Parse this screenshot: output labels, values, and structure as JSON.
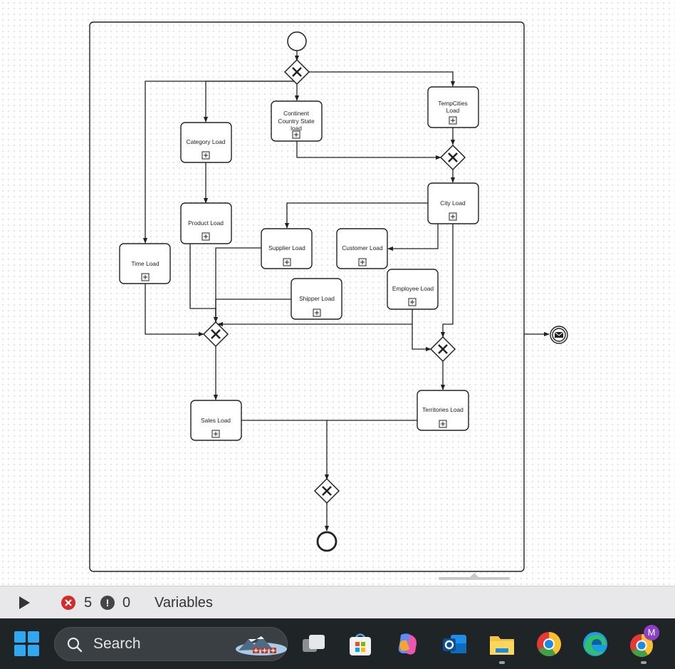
{
  "diagram": {
    "tasks": {
      "category": "Category Load",
      "continent1": "Continent",
      "continent2": "Country State",
      "continent3": "load",
      "tempcities1": "TempCities",
      "tempcities2": "Load",
      "product": "Product Load",
      "time": "Time Load",
      "city": "City Load",
      "supplier": "Supplier Load",
      "customer": "Customer Load",
      "shipper": "Shipper Load",
      "employee": "Employee Load",
      "sales": "Sales Load",
      "territories": "Territories Load"
    }
  },
  "status_bar": {
    "error_count": "5",
    "warning_count": "0",
    "variables_label": "Variables"
  },
  "taskbar": {
    "search_label": "Search",
    "profile_initial": "M"
  },
  "colors": {
    "status_bar_bg": "#e8e8ea",
    "taskbar_bg": "#1f2427",
    "error_red": "#d42a2a",
    "diagram_stroke": "#222222"
  }
}
